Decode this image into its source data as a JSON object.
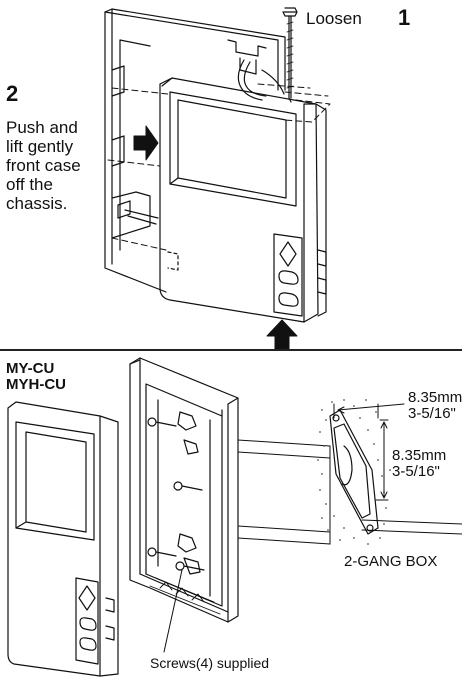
{
  "step1": {
    "label": "Loosen",
    "number": "1"
  },
  "step2": {
    "number": "2",
    "lines": [
      "Push and",
      "lift gently",
      "front case",
      "off the",
      "chassis."
    ]
  },
  "models": [
    "MY-CU",
    "MYH-CU"
  ],
  "dimensions": {
    "horizontal": {
      "metric": "8.35mm",
      "imperial": "3-5/16\""
    },
    "vertical": {
      "metric": "8.35mm",
      "imperial": "3-5/16\""
    }
  },
  "box_label": "2-GANG BOX",
  "screws_label": "Screws(4) supplied",
  "colors": {
    "ink": "#111111",
    "paper": "#ffffff"
  }
}
